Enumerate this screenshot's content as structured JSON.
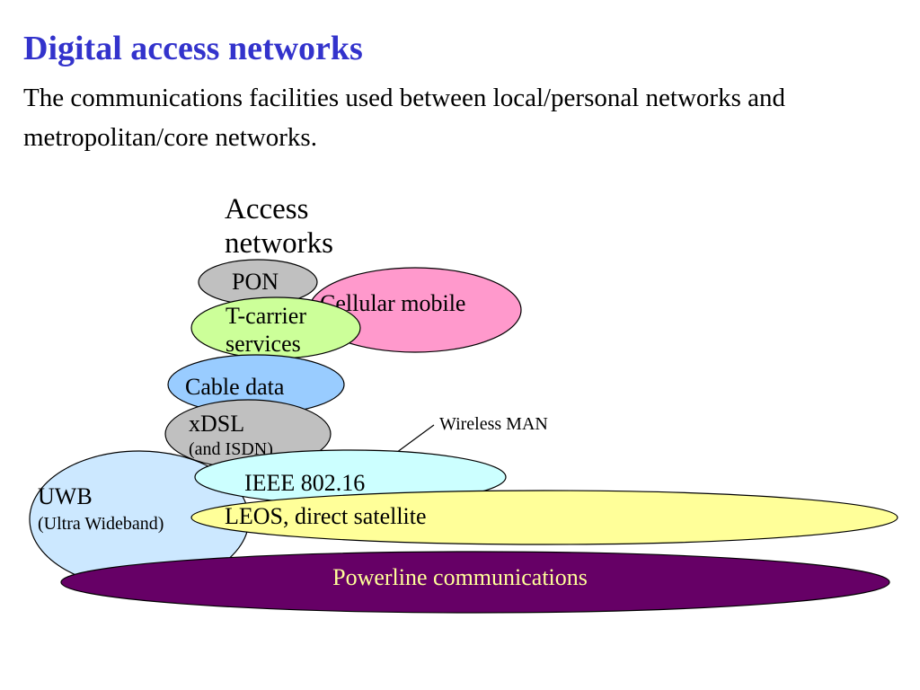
{
  "slide": {
    "title": "Digital access networks",
    "subtitle": "The communications facilities used between local/personal networks and metropolitan/core networks."
  },
  "diagram": {
    "heading": [
      "Access",
      "networks"
    ],
    "pon": "PON",
    "cellular": "Cellular mobile",
    "tcarrier": [
      "T-carrier",
      "services"
    ],
    "cable": "Cable data",
    "xdsl": "xDSL",
    "xdsl_note": "(and ISDN)",
    "wireless_man": "Wireless MAN",
    "ieee": "IEEE 802.16",
    "uwb": "UWB",
    "uwb_note": "(Ultra Wideband)",
    "leos": "LEOS, direct satellite",
    "powerline": "Powerline communications"
  },
  "colors": {
    "title": "#3333cc",
    "pon": "#c0c0c0",
    "cellular": "#ff99cc",
    "tcarrier": "#ccff99",
    "cable": "#99ccff",
    "xdsl": "#c0c0c0",
    "ieee": "#ccffff",
    "uwb": "#cce8ff",
    "leos": "#ffff99",
    "powerline": "#660066",
    "powerline_text": "#ffff99"
  }
}
